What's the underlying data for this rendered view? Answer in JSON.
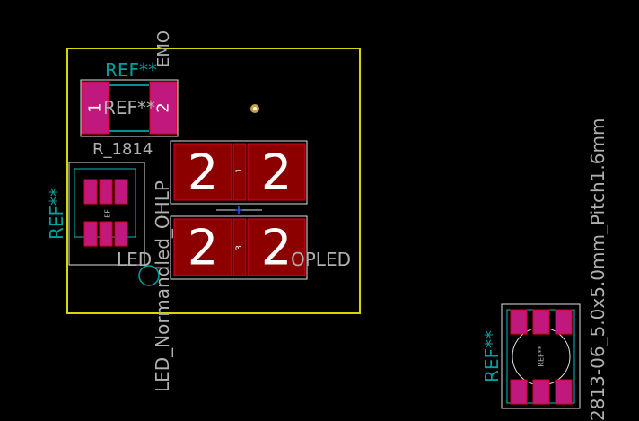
{
  "colors": {
    "background": "#000000",
    "board_outline": "#d8d800",
    "pad_fill": "#8c0000",
    "pad_stroke": "#e00020",
    "pad_magenta": "#c0187c",
    "pad_label": "#ffffff",
    "silkscreen_ref": "#00a0a0",
    "fab_text": "#b0b0b0",
    "courtyard": "#e0e0e0",
    "drill_ring": "#c8a040",
    "teal_outline": "#00c0c0",
    "anchor": "#3050ff"
  },
  "resistor": {
    "ref_silk": "REF**",
    "ref_fab": "REF**",
    "value": "R_1814",
    "pad1_label": "1",
    "pad2_label": "2"
  },
  "pcb_text": {
    "rotated_top": "EMO",
    "rotated_long": "LED_Normandled_OHLP",
    "left_row_text": "LED",
    "right_row_text": "OPLED"
  },
  "led_array": {
    "pad_labels": [
      "2",
      "2",
      "2",
      "2"
    ],
    "small_labels": [
      "1",
      "3"
    ]
  },
  "left_footprint": {
    "ref_silk": "REF**",
    "ref_fab": "EF"
  },
  "right_footprint": {
    "ref_silk": "REF**",
    "ref_fab": "REF**",
    "value": "2813-06_5.0x5.0mm_Pitch1.6mm"
  }
}
